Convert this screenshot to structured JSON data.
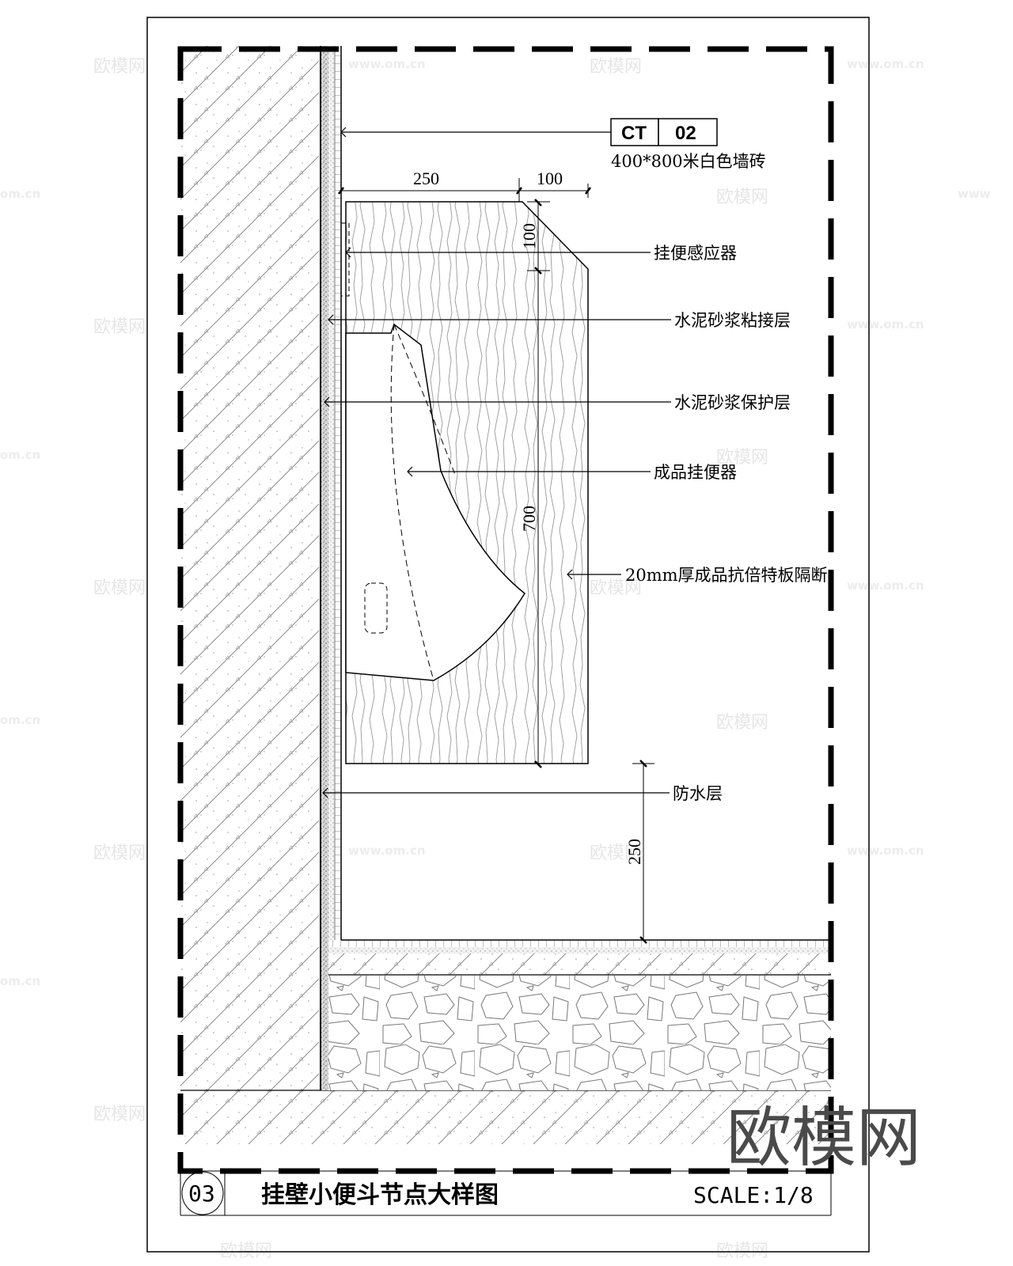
{
  "drawing": {
    "title": "挂壁小便斗节点大样图",
    "detail_number": "03",
    "scale": "SCALE:1/8"
  },
  "material_tag": {
    "code": "CT",
    "number": "02",
    "description": "400*800米白色墙砖"
  },
  "callouts": [
    {
      "label": "挂便感应器"
    },
    {
      "label": "水泥砂浆粘接层"
    },
    {
      "label": "水泥砂浆保护层"
    },
    {
      "label": "成品挂便器"
    },
    {
      "label": "20mm厚成品抗倍特板隔断"
    },
    {
      "label": "防水层"
    }
  ],
  "dimensions": {
    "partition_depth": "250",
    "chamfer_width": "100",
    "chamfer_height": "100",
    "partition_height": "700",
    "floor_clearance": "250"
  },
  "watermark": {
    "brand": "欧模网",
    "url": "www.om.cn",
    "url_short": "om.cn"
  },
  "colors": {
    "line": "#000000",
    "hatch": "#888888",
    "watermark_dark": "#4a4a4a",
    "watermark_light": "#e6e6e6"
  }
}
